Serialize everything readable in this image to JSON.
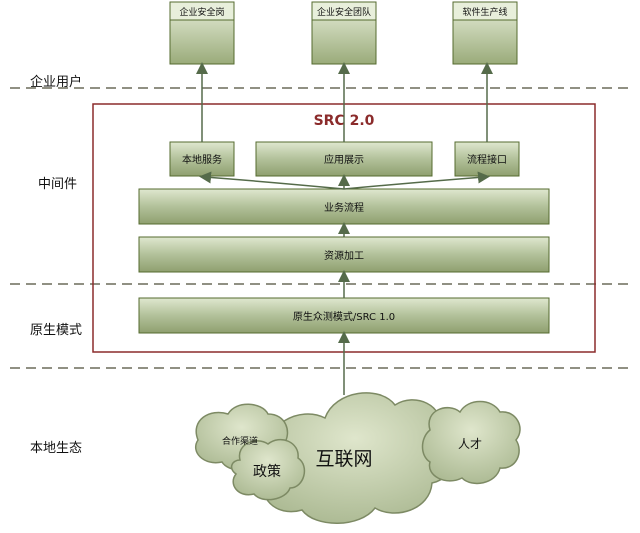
{
  "layers": {
    "enterprise_users": "企业用户",
    "middleware": "中间件",
    "native_mode": "原生模式",
    "local_ecosystem": "本地生态"
  },
  "src_title": "SRC 2.0",
  "top_boxes": [
    "企业安全岗",
    "企业安全团队",
    "软件生产线"
  ],
  "bars": {
    "local_service": "本地服务",
    "app_display": "应用展示",
    "process_api": "流程接口",
    "business_flow": "业务流程",
    "resource_processing": "资源加工",
    "native_crowdtest": "原生众测模式/SRC 1.0"
  },
  "clouds": {
    "partner_channels": "合作渠道",
    "policy": "政策",
    "internet": "互联网",
    "talent": "人才"
  },
  "colors": {
    "box_fill_top": "#dfe7cf",
    "box_fill_bottom": "#8f9f6f",
    "box_stroke": "#556b2f",
    "src_frame": "#8b2b2b",
    "dash": "#6b6b5a",
    "arrow": "#556b4a",
    "cloud_fill": "#c6d0af",
    "cloud_stroke": "#7d8a64"
  }
}
